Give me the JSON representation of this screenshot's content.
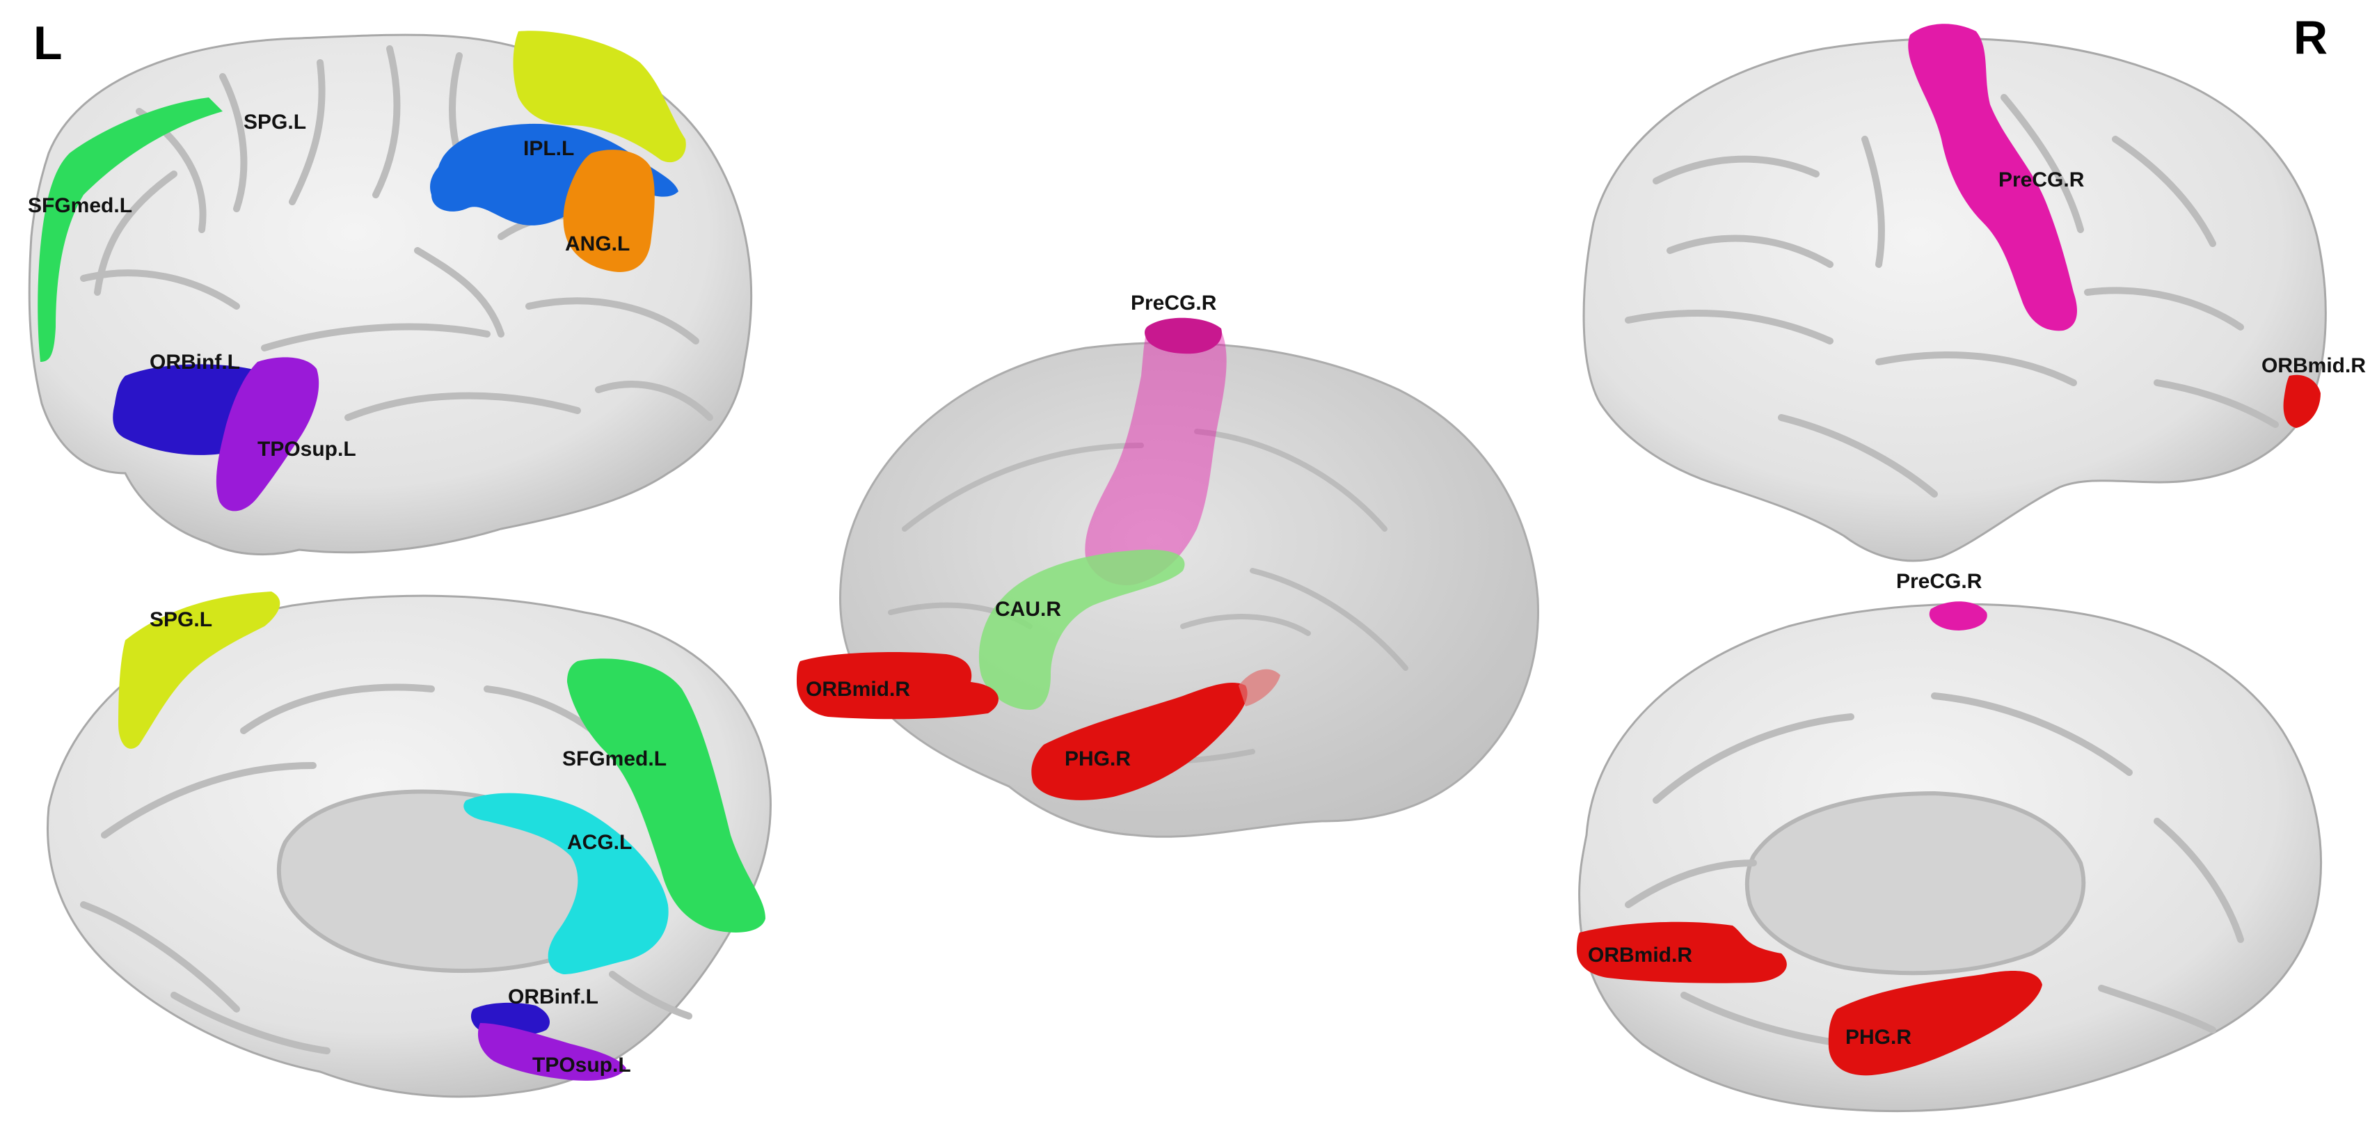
{
  "hemisphere_labels": {
    "left": "L",
    "right": "R"
  },
  "colors": {
    "cortex": "#e6e6e6",
    "sulcus": "#bdbdbd",
    "medial_wall": "#d3d3d3",
    "glass": "#d0d0d0",
    "SPG": "#d4e61a",
    "IPL": "#1769e0",
    "ANG": "#f08a0a",
    "SFGmed": "#2ddc5c",
    "ORBinf": "#2a14c8",
    "TPOsup": "#9a1ad8",
    "ACG": "#1fdede",
    "PreCG": "#e21aa8",
    "ORBmid": "#e0100f",
    "PHG": "#e0100f",
    "CAU": "#86e07a"
  },
  "views": {
    "left_lateral": {
      "regions": {
        "spg": "SPG.L",
        "ipl": "IPL.L",
        "ang": "ANG.L",
        "sfgmed": "SFGmed.L",
        "orbinf": "ORBinf.L",
        "tposup": "TPOsup.L"
      }
    },
    "left_medial": {
      "regions": {
        "spg": "SPG.L",
        "sfgmed": "SFGmed.L",
        "acg": "ACG.L",
        "orbinf": "ORBinf.L",
        "tposup": "TPOsup.L"
      }
    },
    "glass_brain": {
      "regions": {
        "precg": "PreCG.R",
        "cau": "CAU.R",
        "orbmid": "ORBmid.R",
        "phg": "PHG.R"
      }
    },
    "right_lateral": {
      "regions": {
        "precg": "PreCG.R",
        "orbmid": "ORBmid.R"
      }
    },
    "right_medial": {
      "regions": {
        "precg": "PreCG.R",
        "orbmid": "ORBmid.R",
        "phg": "PHG.R"
      }
    }
  }
}
